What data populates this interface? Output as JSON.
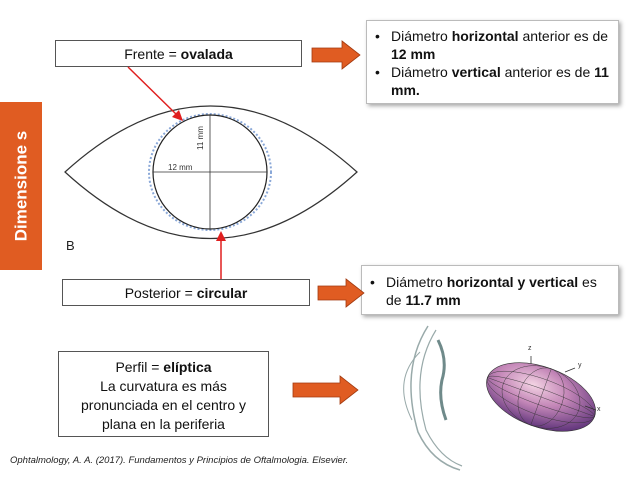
{
  "side_tab": {
    "text": "Dimensione s",
    "color": "#e05c22"
  },
  "frente": {
    "prefix": "Frente = ",
    "bold": "ovalada"
  },
  "posterior": {
    "prefix": "Posterior = ",
    "bold": "circular"
  },
  "perfil": {
    "prefix": "Perfil = ",
    "bold": "elíptica",
    "line2": "La curvatura es más",
    "line3": "pronunciada en el centro y",
    "line4": "plana en la periferia"
  },
  "bullets_top": [
    {
      "a": "Diámetro ",
      "b": "horizontal",
      "c": " anterior es de ",
      "d": "12 mm"
    },
    {
      "a": "Diámetro ",
      "b": "vertical",
      "c": " anterior es de ",
      "d": "11 mm."
    }
  ],
  "bullets_bottom": [
    {
      "a": "Diámetro ",
      "b": "horizontal y vertical",
      "c": " es de ",
      "d": "11.7 mm"
    }
  ],
  "diagram": {
    "label_b": "B",
    "label_11mm": "11 mm",
    "label_12mm": "12 mm"
  },
  "ellipsoid": {
    "axis_x": "x",
    "axis_y": "y",
    "axis_z": "z"
  },
  "citation": "Ophtalmology, A. A. (2017). Fundamentos y Principios de Oftalmologia. Elsevier.",
  "colors": {
    "arrow": "#e05c22",
    "red_line": "#e01f1f"
  }
}
